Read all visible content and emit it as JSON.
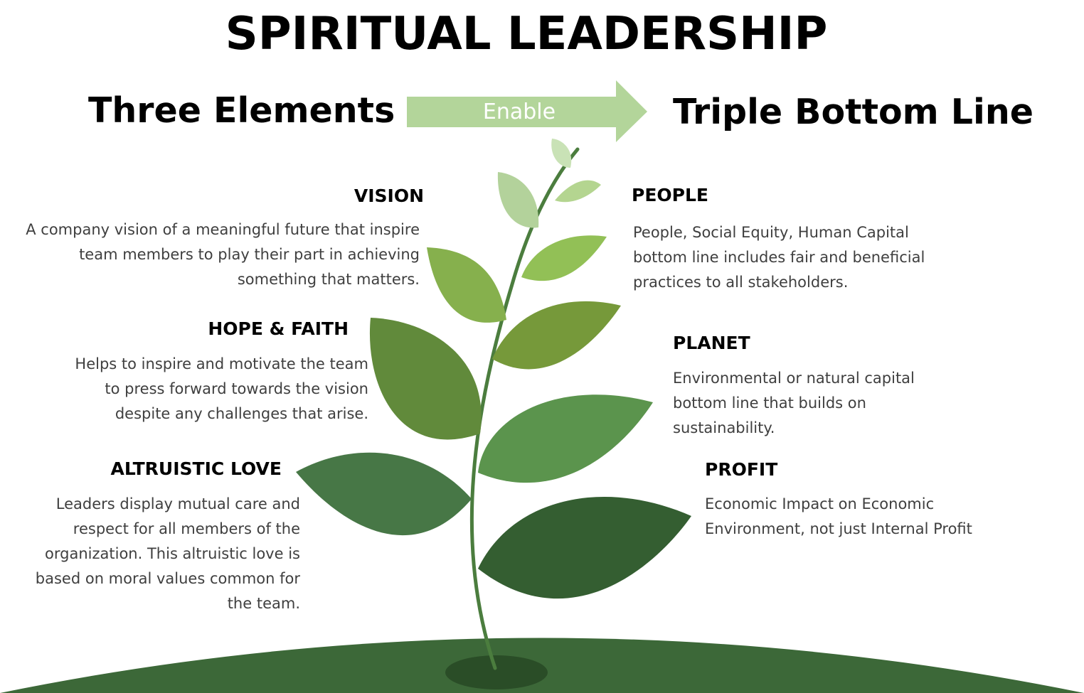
{
  "title": "SPIRITUAL LEADERSHIP",
  "left_heading": "Three Elements",
  "arrow_label": "Enable",
  "right_heading": "Triple Bottom Line",
  "elements": [
    {
      "name": "VISION",
      "text": "A company vision of a meaningful future that inspire team members to play their part in achieving something that matters."
    },
    {
      "name": "HOPE & FAITH",
      "text": "Helps to inspire and motivate the team to press forward towards the vision despite any challenges that arise."
    },
    {
      "name": "ALTRUISTIC LOVE",
      "text": "Leaders display mutual care and respect for all members of the organization. This altruistic love is based on moral values common for the team."
    }
  ],
  "bottom_line": [
    {
      "name": "PEOPLE",
      "text": "People, Social Equity, Human Capital bottom line includes fair and beneficial practices to all stakeholders."
    },
    {
      "name": "PLANET",
      "text": "Environmental or natural capital bottom line that builds on sustainability."
    },
    {
      "name": "PROFIT",
      "text": "Economic Impact on Economic Environment, not just Internal Profit"
    }
  ],
  "colors": {
    "arrow": "#b3d59a",
    "ground": "#3c6838",
    "ground_shadow": "#2a4d27",
    "stem": "#4b7d3e"
  },
  "icons": [
    "plant-illustration",
    "enable-arrow",
    "ground-hill"
  ]
}
